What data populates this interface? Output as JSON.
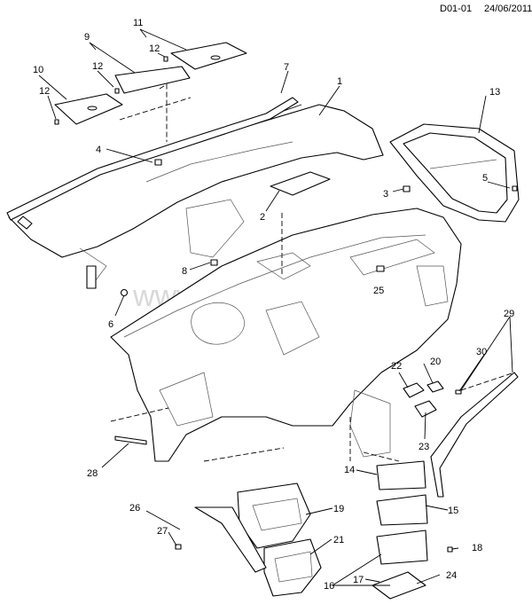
{
  "header": {
    "code": "D01-01",
    "date": "24/06/2011"
  },
  "watermark": "www.gmpartsland.ru",
  "callouts": [
    "1",
    "2",
    "3",
    "4",
    "5",
    "6",
    "7",
    "8",
    "9",
    "10",
    "11",
    "12",
    "13",
    "14",
    "15",
    "16",
    "17",
    "18",
    "19",
    "20",
    "21",
    "22",
    "23",
    "24",
    "25",
    "26",
    "27",
    "28",
    "29",
    "30"
  ]
}
